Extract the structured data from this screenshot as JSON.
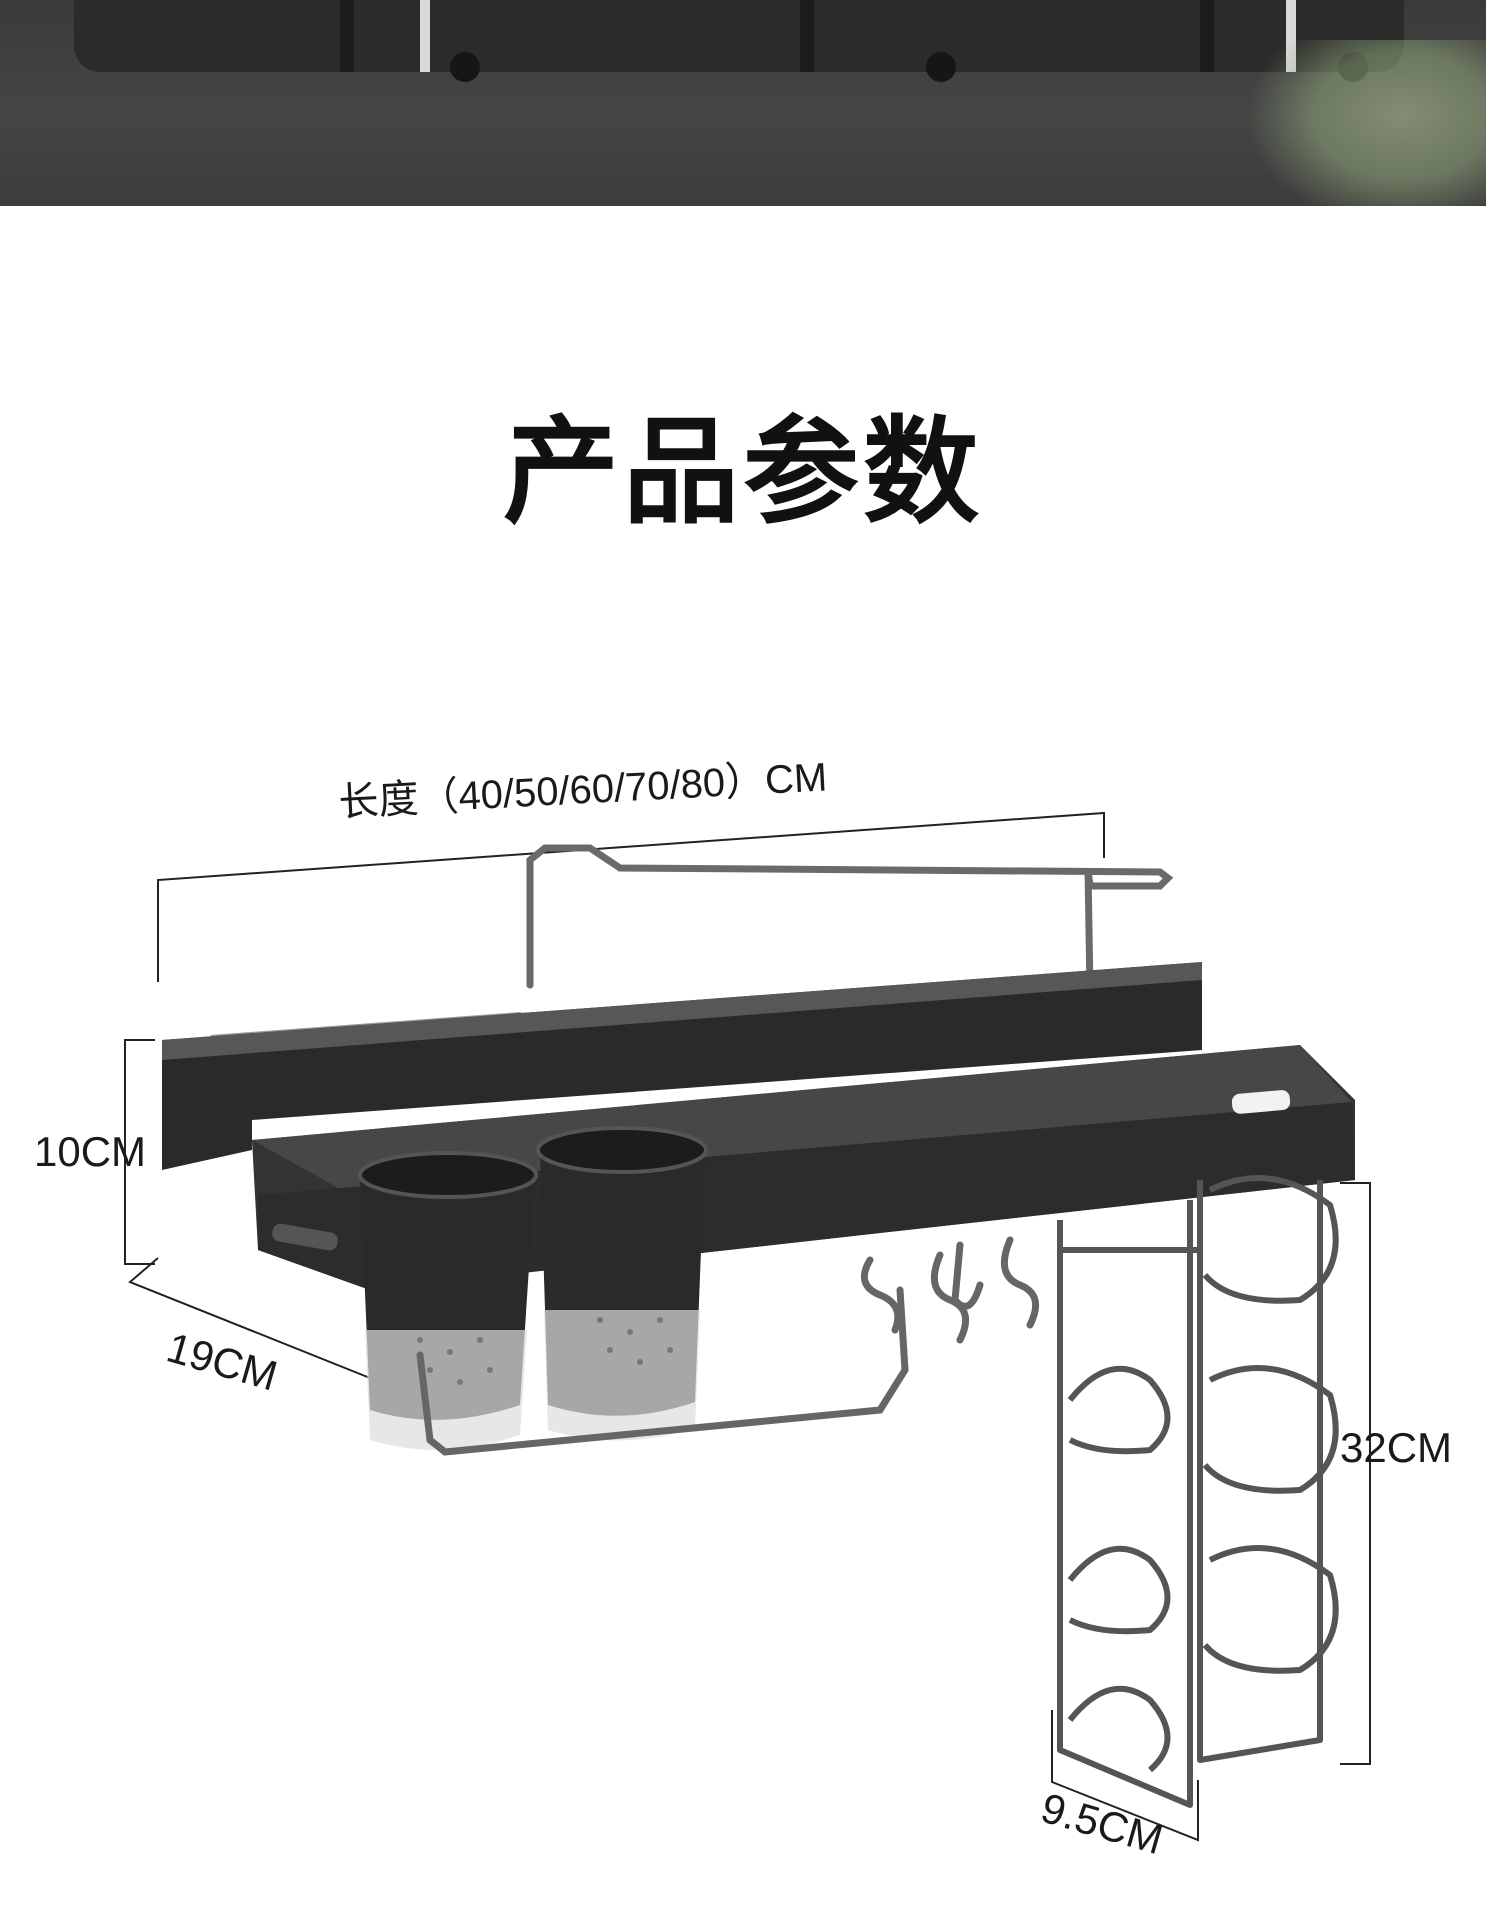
{
  "page": {
    "title": "产品参数"
  },
  "dimensions": {
    "length": "长度（40/50/60/70/80）CM",
    "height": "10CM",
    "depth": "19CM",
    "hanger_height": "32CM",
    "hanger_width": "9.5CM"
  },
  "colors": {
    "banner": "#3f3f3f",
    "rack": "#2e2e2e",
    "rack_top": "#4a4a4a",
    "wire": "#555555",
    "text": "#111111"
  }
}
